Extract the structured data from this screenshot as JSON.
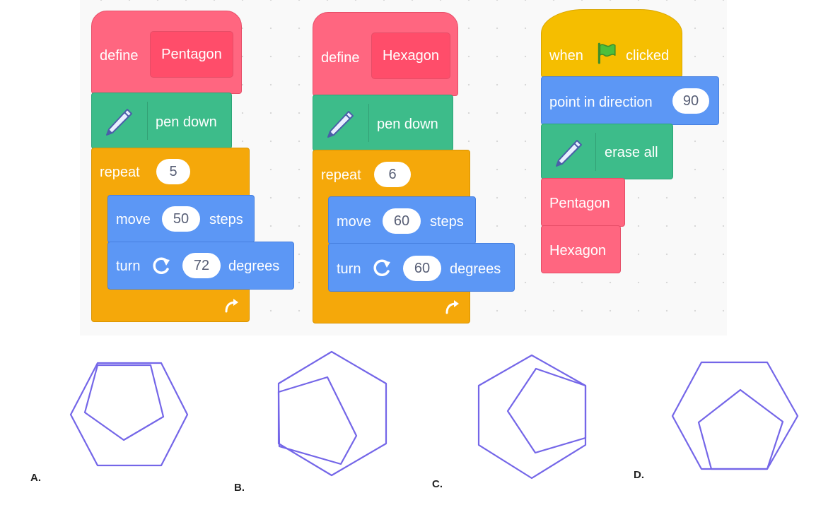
{
  "scripts": {
    "pentagon": {
      "define_label": "define",
      "proc_name": "Pentagon",
      "pen_down": "pen down",
      "repeat_label": "repeat",
      "repeat_count": "5",
      "move_label": "move",
      "move_steps": "50",
      "steps_label": "steps",
      "turn_label": "turn",
      "turn_degrees": "72",
      "degrees_label": "degrees"
    },
    "hexagon": {
      "define_label": "define",
      "proc_name": "Hexagon",
      "pen_down": "pen down",
      "repeat_label": "repeat",
      "repeat_count": "6",
      "move_label": "move",
      "move_steps": "60",
      "steps_label": "steps",
      "turn_label": "turn",
      "turn_degrees": "60",
      "degrees_label": "degrees"
    },
    "main": {
      "when_label": "when",
      "clicked_label": "clicked",
      "point_label": "point in direction",
      "direction": "90",
      "erase_all": "erase all",
      "call_pentagon": "Pentagon",
      "call_hexagon": "Hexagon"
    }
  },
  "options": [
    {
      "label": "A.",
      "pentagon_placement": "inside hexagon, pointing down, sharing top edge"
    },
    {
      "label": "B.",
      "pentagon_placement": "inside hexagon, left side, rotated"
    },
    {
      "label": "C.",
      "pentagon_placement": "inside hexagon, right side, rotated"
    },
    {
      "label": "D.",
      "pentagon_placement": "inside hexagon, pointing up, sharing bottom edge"
    }
  ],
  "colors": {
    "my_blocks": "#ff6680",
    "pen": "#3dbc8a",
    "control": "#f5a80a",
    "motion": "#5c97f5",
    "events": "#f5be00",
    "shape_stroke": "#7466e8"
  },
  "icons": [
    "pen-icon",
    "green-flag-icon",
    "rotate-right-icon",
    "loop-arrow-icon"
  ]
}
